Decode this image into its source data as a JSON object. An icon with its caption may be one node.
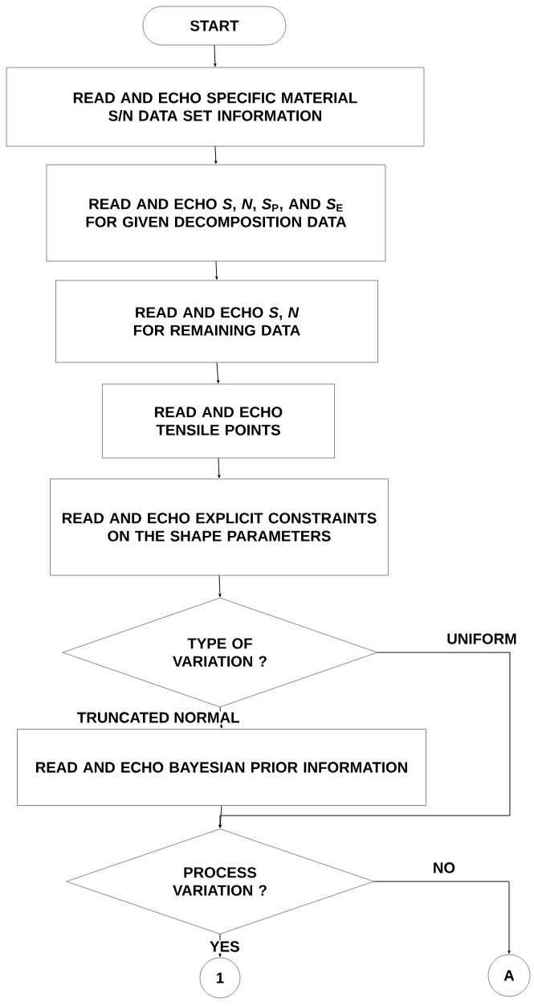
{
  "diagram": {
    "nodes": [
      {
        "text": [
          "START"
        ]
      },
      {
        "text": [
          "READ AND ECHO SPECIFIC MATERIAL S/N DATA SET INFORMATION"
        ]
      },
      {
        "text": [
          "READ AND ECHO *S*, *N*, *S*$_{P}$, AND *S*$_{E}$ FOR GIVEN DECOMPOSITION DATA"
        ]
      },
      {
        "text": [
          "READ AND ECHO *S*, *N* FOR REMAINING DATA"
        ]
      },
      {
        "text": [
          "READ AND ECHO TENSILE POINTS"
        ]
      },
      {
        "text": [
          "READ AND ECHO EXPLICIT CONSTRAINTS ON THE SHAPE PARAMETERS"
        ]
      },
      {
        "text": [
          "TYPE OF VARIATION ?"
        ]
      },
      {
        "text": [
          "READ AND ECHO BAYESIAN PRIOR INFORMATION"
        ]
      },
      {
        "text": [
          "PROCESS VARIATION ?"
        ]
      },
      {
        "text": [
          "1"
        ]
      },
      {
        "text": [
          "A"
        ]
      }
    ],
    "edges": [
      {
        "from": 0,
        "to": 1,
        "arrow": "to"
      },
      {
        "from": 1,
        "to": 2,
        "arrow": "to"
      },
      {
        "from": 2,
        "to": 3,
        "arrow": "to"
      },
      {
        "from": 3,
        "to": 4,
        "arrow": "to"
      },
      {
        "from": 4,
        "to": 5,
        "arrow": "to"
      },
      {
        "from": 5,
        "to": 6,
        "arrow": "to"
      },
      {
        "from": 6,
        "to": 7,
        "arrow": "to",
        "label": "TRUNCATED NORMAL"
      },
      {
        "from": 6,
        "to": 8,
        "arrow": "to",
        "label": "UNIFORM"
      },
      {
        "from": 7,
        "to": 8,
        "arrow": "to"
      },
      {
        "from": 8,
        "to": 9,
        "arrow": "to",
        "label": "YES"
      },
      {
        "from": 8,
        "to": 10,
        "arrow": "to",
        "label": "NO"
      }
    ]
  }
}
